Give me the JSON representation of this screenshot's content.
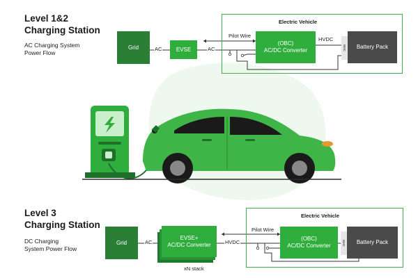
{
  "top": {
    "title_line1": "Level 1&2",
    "title_line2": "Charging Station",
    "subtitle_line1": "AC Charging System",
    "subtitle_line2": "Power Flow",
    "grid_label": "Grid",
    "ac_label_1": "AC",
    "evse_label": "EVSE",
    "ac_label_2": "AC",
    "ev_title": "Electric Vehicle",
    "pilot_wire_label": "Pilot Wire",
    "obc_line1": "(OBC)",
    "obc_line2": "AC/DC Converter",
    "hvdc_label": "HVDC",
    "bmc_label": "BMC",
    "battery_label": "Battery Pack"
  },
  "bottom": {
    "title_line1": "Level 3",
    "title_line2": "Charging Station",
    "subtitle_line1": "DC Charging",
    "subtitle_line2": "System Power Flow",
    "grid_label": "Grid",
    "ac_label": "AC",
    "converter_line1": "EVSE+",
    "converter_line2": "AC/DC Converter",
    "stack_label": "xN stack",
    "hvdc_label": "HVDC",
    "ev_title": "Electric Vehicle",
    "pilot_wire_label": "Pilot Wire",
    "obc_line1": "(OBC)",
    "obc_line2": "AC/DC Converter",
    "bmc_label": "BMC",
    "battery_label": "Battery Pack"
  },
  "colors": {
    "dark_green": "#2a7e35",
    "green": "#2fae3e",
    "car_green": "#3fb547",
    "battery_grey": "#4a4a4a",
    "blob_green": "#eef8ee"
  },
  "icons": [
    "charging-station-icon",
    "lightning-bolt-icon",
    "car-illustration",
    "connector-plug-icon"
  ]
}
